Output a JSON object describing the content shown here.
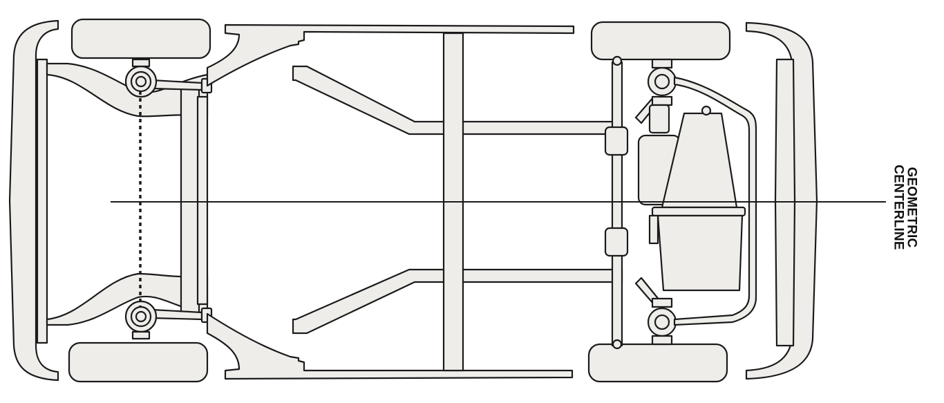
{
  "diagram": {
    "subject": "Vehicle chassis top view",
    "label": {
      "line1": "GEOMETRIC",
      "line2": "CENTERLINE"
    },
    "colors": {
      "part_fill": "#efedea",
      "outline": "#1a1a1a",
      "background": "#ffffff"
    },
    "components": [
      "rear-bumper",
      "front-bumper",
      "rear-wheel-left",
      "rear-wheel-right",
      "front-wheel-left",
      "front-wheel-right",
      "frame-rail-top",
      "frame-rail-bottom",
      "crossmember",
      "rear-axle",
      "steering-rack",
      "fuel-tank",
      "geometric-centerline",
      "rear-thrust-line"
    ]
  }
}
